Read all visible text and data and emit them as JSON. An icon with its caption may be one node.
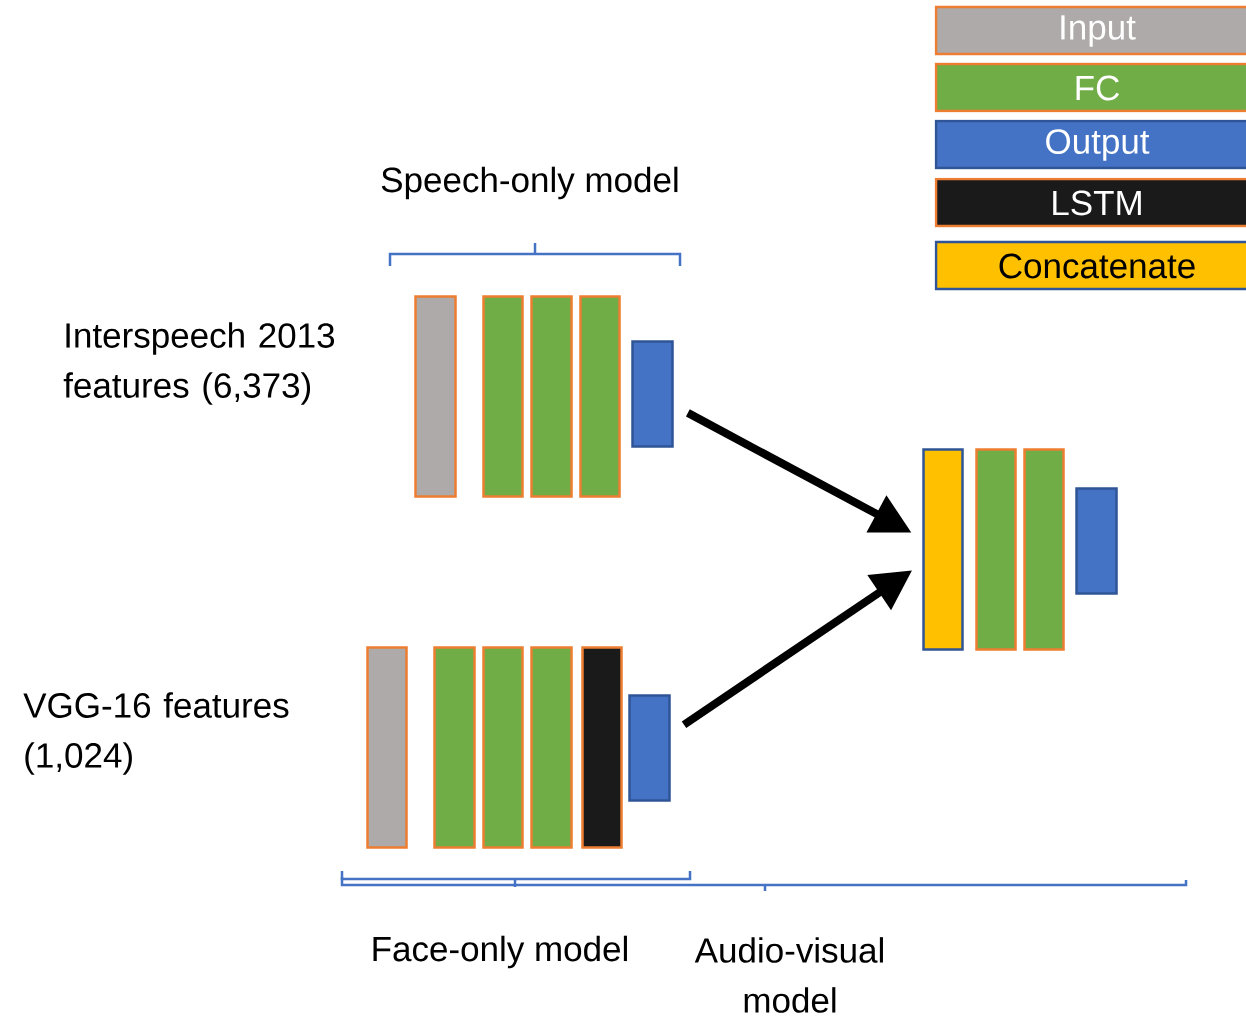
{
  "diagram": {
    "nodes": [
      {
        "text": [],
        "shape": "bar",
        "beside": [
          "Interspeech 2013 features (6,373)"
        ]
      },
      {
        "text": [],
        "shape": "bar"
      },
      {
        "text": [],
        "shape": "bar"
      },
      {
        "text": [],
        "shape": "bar"
      },
      {
        "text": [],
        "shape": "bar"
      },
      {
        "text": [],
        "shape": "bar",
        "beside": [
          "VGG-16 features (1,024)"
        ]
      },
      {
        "text": [],
        "shape": "bar"
      },
      {
        "text": [],
        "shape": "bar"
      },
      {
        "text": [],
        "shape": "bar"
      },
      {
        "text": [],
        "shape": "bar"
      },
      {
        "text": [],
        "shape": "bar"
      },
      {
        "text": [],
        "shape": "bar"
      },
      {
        "text": [],
        "shape": "bar"
      },
      {
        "text": [],
        "shape": "bar"
      },
      {
        "text": [],
        "shape": "bar"
      }
    ],
    "edges": [
      {
        "from": 4,
        "to": 11,
        "arrow": "to"
      },
      {
        "from": 10,
        "to": 11,
        "arrow": "to"
      }
    ],
    "labels": [
      "Speech-only model",
      "Face-only model",
      "Audio-visual model"
    ],
    "legend": [
      {
        "text": "Input",
        "color": "#aeaaaa"
      },
      {
        "text": "FC",
        "color": "#70ad47"
      },
      {
        "text": "Output",
        "color": "#4472c4"
      },
      {
        "text": "LSTM",
        "color": "#1a1a1a"
      },
      {
        "text": "Concatenate",
        "color": "#ffc000"
      }
    ]
  }
}
